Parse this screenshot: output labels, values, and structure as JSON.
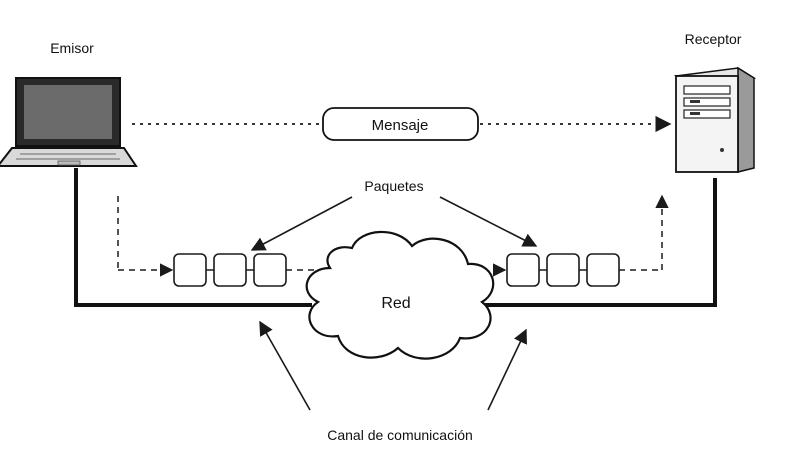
{
  "nodes": {
    "sender": {
      "label": "Emisor",
      "icon": "laptop-icon"
    },
    "receiver": {
      "label": "Receptor",
      "icon": "server-tower-icon"
    },
    "message": {
      "label": "Mensaje"
    },
    "network": {
      "label": "Red",
      "icon": "cloud-icon"
    }
  },
  "annotations": {
    "packets": "Paquetes",
    "channel": "Canal de comunicación"
  },
  "packets": {
    "left_count": 3,
    "right_count": 3
  },
  "colors": {
    "ink": "#1a1a1a",
    "background": "#ffffff"
  }
}
